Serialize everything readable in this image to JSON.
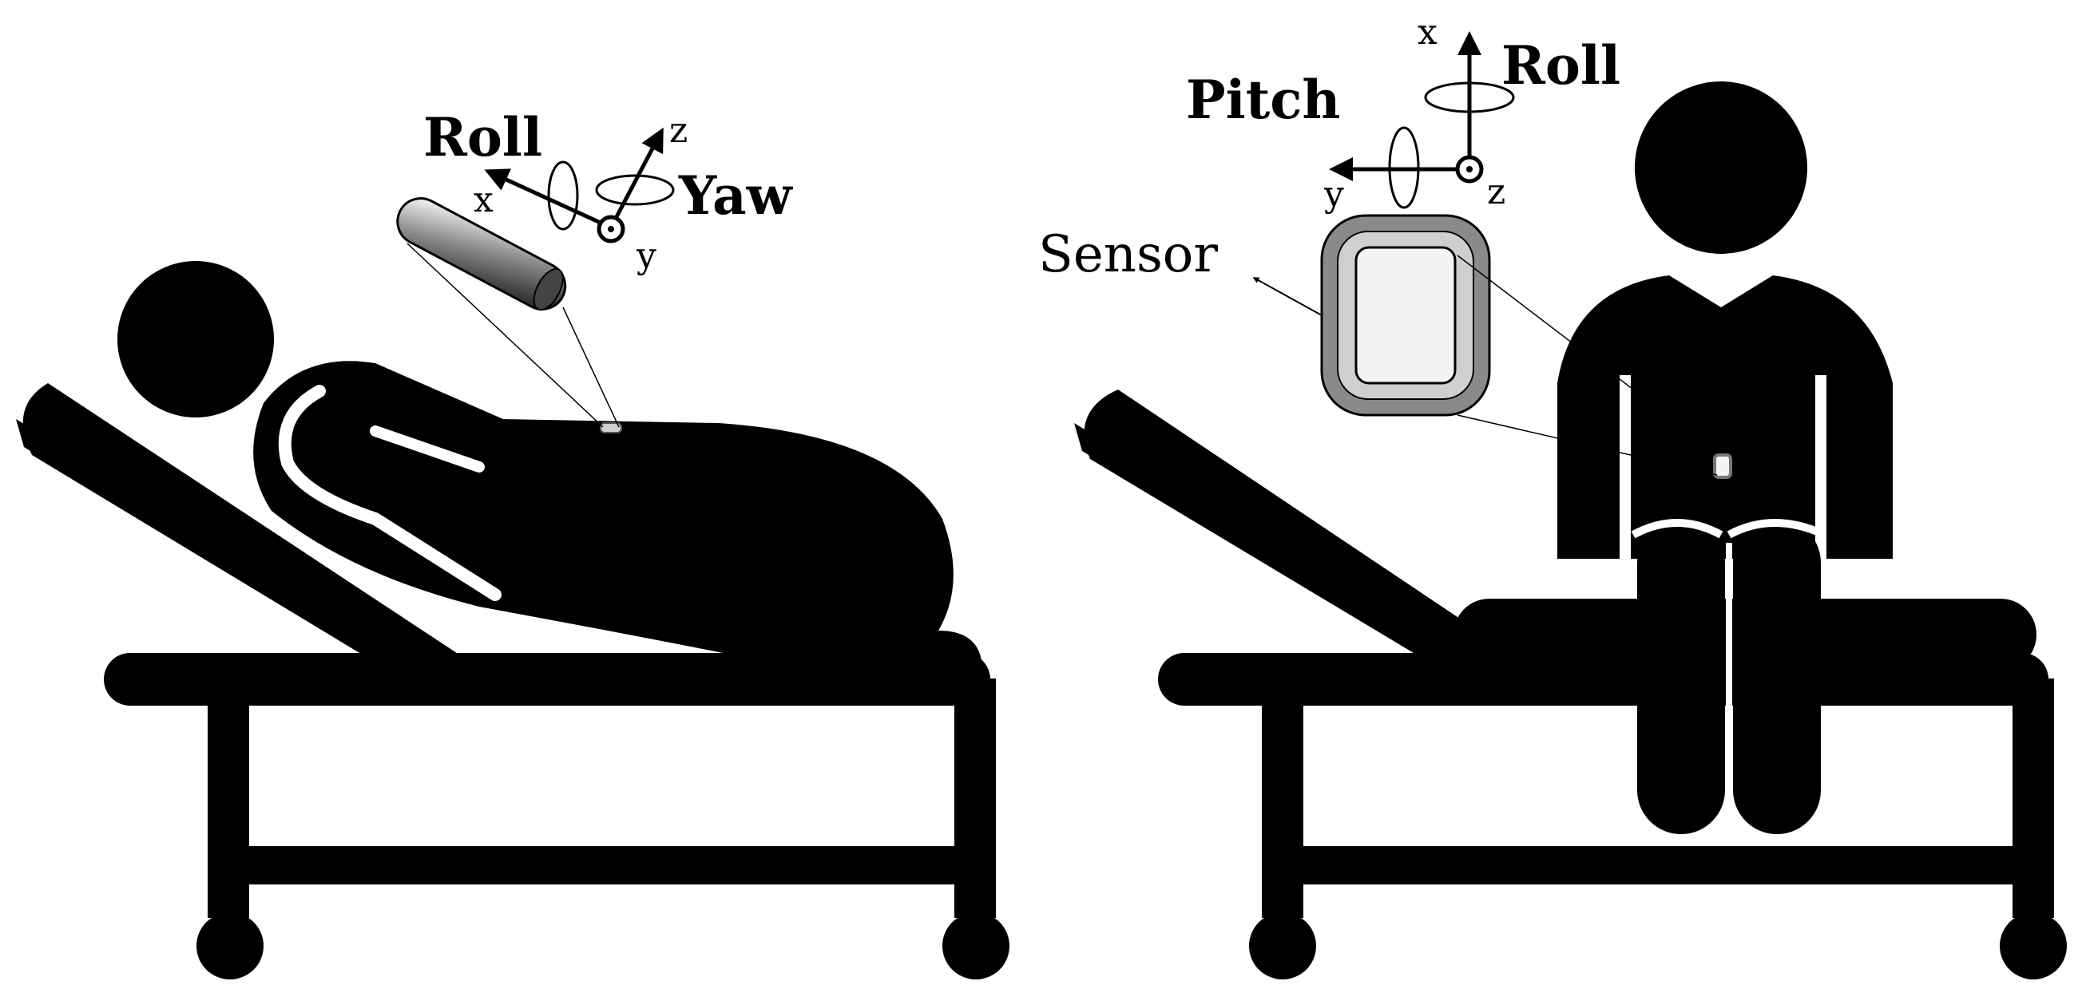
{
  "left_panel": {
    "axes": {
      "x": "x",
      "y": "y",
      "z": "z"
    },
    "rotations": {
      "roll": "Roll",
      "yaw": "Yaw"
    },
    "sensor_fill": "#6e6e6e"
  },
  "right_panel": {
    "axes": {
      "x": "x",
      "y": "y",
      "z": "z"
    },
    "rotations": {
      "pitch": "Pitch",
      "roll": "Roll"
    },
    "sensor_label": "Sensor",
    "sensor_colors": {
      "outer": "#8a8a8a",
      "inner": "#f4f4f4"
    }
  },
  "colors": {
    "figure": "#000000",
    "background": "#ffffff"
  }
}
